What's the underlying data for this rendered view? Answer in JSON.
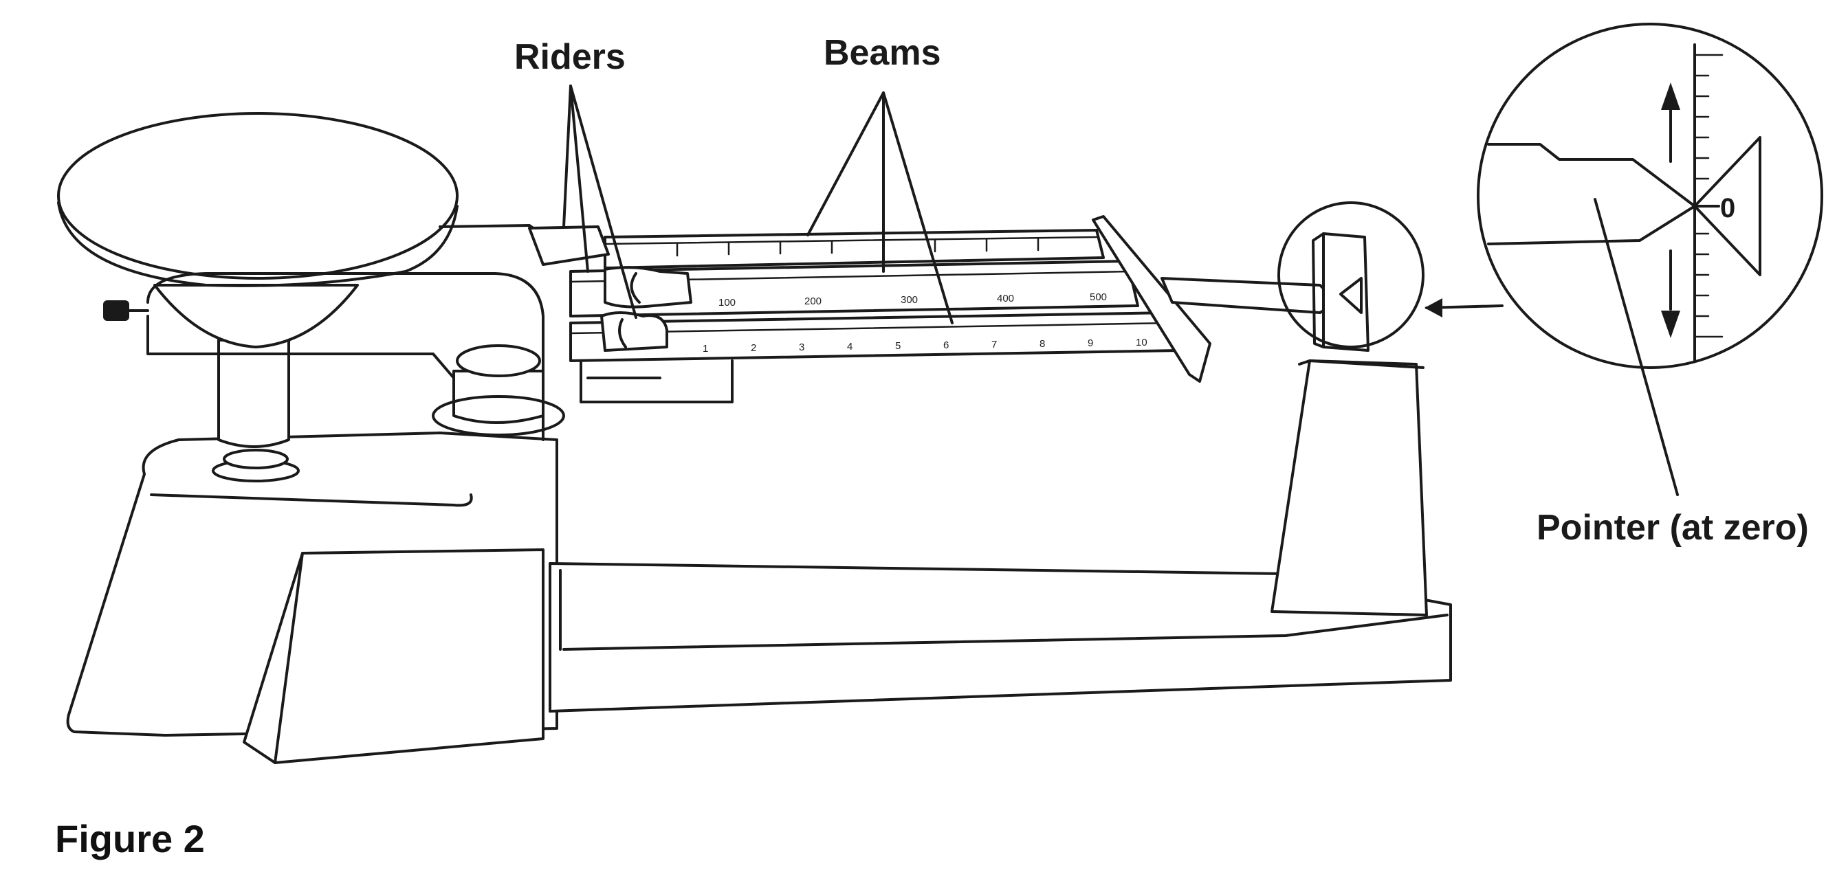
{
  "labels": {
    "riders": "Riders",
    "beams": "Beams",
    "pointer": "Pointer (at zero)",
    "figure": "Figure 2"
  },
  "beam_scales": {
    "middle": [
      "100",
      "200",
      "300",
      "400",
      "500"
    ],
    "front": [
      "1",
      "2",
      "3",
      "4",
      "5",
      "6",
      "7",
      "8",
      "9",
      "10"
    ]
  },
  "zoom": {
    "zero_mark": "0"
  },
  "colors": {
    "ink": "#1a1a1a",
    "paper": "#ffffff"
  }
}
